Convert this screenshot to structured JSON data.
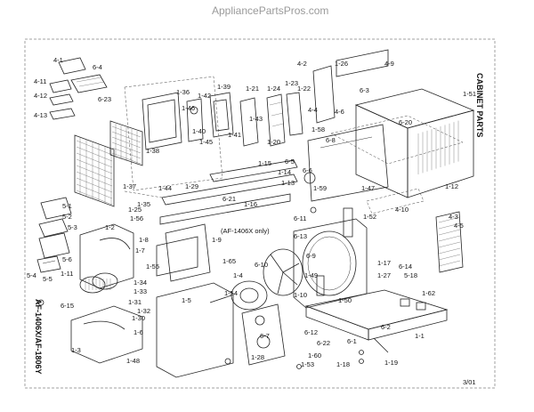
{
  "watermark": "AppliancePartsPros.com",
  "side_title": "CABINET PARTS",
  "model_label": "AF-1406X/AF-1806Y",
  "date_code": "3/01",
  "part_labels": [
    {
      "id": "4-1"
    },
    {
      "id": "6-4"
    },
    {
      "id": "4-11"
    },
    {
      "id": "4-12"
    },
    {
      "id": "6-23"
    },
    {
      "id": "4-13"
    },
    {
      "id": "1-36"
    },
    {
      "id": "1-42"
    },
    {
      "id": "1-39"
    },
    {
      "id": "1-21"
    },
    {
      "id": "1-24"
    },
    {
      "id": "1-23"
    },
    {
      "id": "1-22"
    },
    {
      "id": "1-46"
    },
    {
      "id": "1-43"
    },
    {
      "id": "1-40"
    },
    {
      "id": "1-41"
    },
    {
      "id": "1-45"
    },
    {
      "id": "1-20"
    },
    {
      "id": "1-37"
    },
    {
      "id": "1-38"
    },
    {
      "id": "1-44"
    },
    {
      "id": "1-35"
    },
    {
      "id": "1-29"
    },
    {
      "id": "1-25"
    },
    {
      "id": "1-56"
    },
    {
      "id": "6-21"
    },
    {
      "id": "1-15"
    },
    {
      "id": "1-14"
    },
    {
      "id": "1-13"
    },
    {
      "id": "1-16"
    },
    {
      "id": "1-58"
    },
    {
      "id": "6-8"
    },
    {
      "id": "6-5"
    },
    {
      "id": "6-6"
    },
    {
      "id": "1-59"
    },
    {
      "id": "1-47"
    },
    {
      "id": "1-26"
    },
    {
      "id": "4-9"
    },
    {
      "id": "4-2"
    },
    {
      "id": "4-4"
    },
    {
      "id": "4-6"
    },
    {
      "id": "6-3"
    },
    {
      "id": "6-20"
    },
    {
      "id": "1-51"
    },
    {
      "id": "1-12"
    },
    {
      "id": "4-10"
    },
    {
      "id": "4-3"
    },
    {
      "id": "4-5"
    },
    {
      "id": "5-1"
    },
    {
      "id": "5-2"
    },
    {
      "id": "5-3"
    },
    {
      "id": "5-6"
    },
    {
      "id": "5-4"
    },
    {
      "id": "5-5"
    },
    {
      "id": "1-2"
    },
    {
      "id": "1-8"
    },
    {
      "id": "1-7"
    },
    {
      "id": "1-9"
    },
    {
      "id": "1-55"
    },
    {
      "id": "1-11"
    },
    {
      "id": "1-34"
    },
    {
      "id": "1-33"
    },
    {
      "id": "1-31"
    },
    {
      "id": "1-32"
    },
    {
      "id": "1-30"
    },
    {
      "id": "6-15"
    },
    {
      "id": "1-3"
    },
    {
      "id": "1-48"
    },
    {
      "id": "1-6"
    },
    {
      "id": "1-5"
    },
    {
      "id": "1-4"
    },
    {
      "id": "1-54"
    },
    {
      "id": "1-65"
    },
    {
      "id": "6-10"
    },
    {
      "id": "6-13"
    },
    {
      "id": "6-11"
    },
    {
      "id": "1-52"
    },
    {
      "id": "1-17"
    },
    {
      "id": "1-27"
    },
    {
      "id": "6-9"
    },
    {
      "id": "1-49"
    },
    {
      "id": "1-10"
    },
    {
      "id": "1-50"
    },
    {
      "id": "6-12"
    },
    {
      "id": "6-22"
    },
    {
      "id": "1-53"
    },
    {
      "id": "1-28"
    },
    {
      "id": "1-60"
    },
    {
      "id": "1-18"
    },
    {
      "id": "1-62"
    },
    {
      "id": "1-1"
    },
    {
      "id": "1-19"
    },
    {
      "id": "6-1"
    },
    {
      "id": "6-2"
    },
    {
      "id": "6-7"
    },
    {
      "id": "6-14"
    },
    {
      "id": "5-18"
    },
    {
      "id": "(AF-1406X only)"
    }
  ]
}
